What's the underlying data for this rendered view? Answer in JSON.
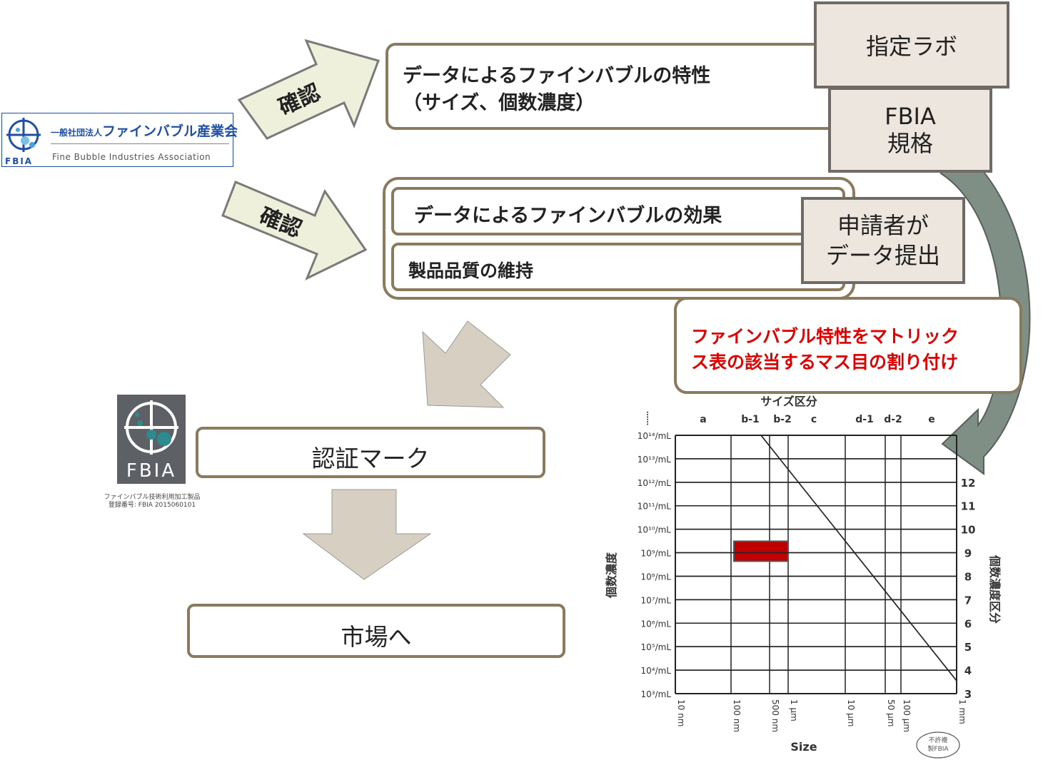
{
  "logo_top": {
    "abbr": "FBIA",
    "org_prefix": "一般社団法人",
    "org_name": "ファインバブル産業会",
    "org_en": "Fine Bubble Industries Association"
  },
  "arrows": {
    "confirm_label_1": "確認",
    "confirm_label_2": "確認"
  },
  "box_characteristics": {
    "line1": "データによるファインバブルの特性",
    "line2": "（サイズ、個数濃度）"
  },
  "box_lab": {
    "label": "指定ラボ"
  },
  "box_standard": {
    "line1": "FBIA",
    "line2": "規格"
  },
  "box_effect": {
    "label": "データによるファインバブルの効果"
  },
  "box_quality": {
    "label": "製品品質の維持"
  },
  "box_applicant": {
    "line1": "申請者が",
    "line2": "データ提出"
  },
  "box_matrix_note": {
    "line1": "ファインバブル特性をマトリック",
    "line2": "ス表の該当するマス目の割り付け",
    "color": "#e00000"
  },
  "cert_logo": {
    "abbr": "FBIA",
    "caption1": "ファインバブル技術利用加工製品",
    "caption2": "登録番号: FBIA 2015060101"
  },
  "box_cert_mark": {
    "label": "認証マーク"
  },
  "box_market": {
    "label": "市場へ"
  },
  "chart_data": {
    "type": "heatmap",
    "title": "サイズ区分",
    "xlabel": "Size",
    "ylabel_left": "個数濃度",
    "ylabel_right": "個数濃度区分",
    "size_classes": [
      "a",
      "b-1",
      "b-2",
      "c",
      "d-1",
      "d-2",
      "e"
    ],
    "x_tick_labels": [
      "10 nm",
      "100 nm",
      "500 nm",
      "1 μm",
      "10 μm",
      "50 μm",
      "100 μm",
      "1 mm"
    ],
    "y_tick_labels": [
      "10³/mL",
      "10⁴/mL",
      "10⁵/mL",
      "10⁶/mL",
      "10⁷/mL",
      "10⁸/mL",
      "10⁹/mL",
      "10¹⁰/mL",
      "10¹¹/mL",
      "10¹²/mL",
      "10¹³/mL",
      "10¹⁴/mL"
    ],
    "concentration_classes": [
      "3",
      "4",
      "5",
      "6",
      "7",
      "8",
      "9",
      "10",
      "11",
      "12"
    ],
    "highlight": {
      "size_range": [
        "100 nm",
        "1 μm"
      ],
      "concentration": "10⁹/mL",
      "color": "#c00000"
    },
    "diagonal_line": {
      "from": [
        "100 nm",
        "10¹⁴/mL"
      ],
      "to": [
        "1 mm",
        "10³/mL"
      ]
    },
    "stamp_line1": "不許複",
    "stamp_line2": "製FBIA",
    "ellipsis": "……"
  }
}
